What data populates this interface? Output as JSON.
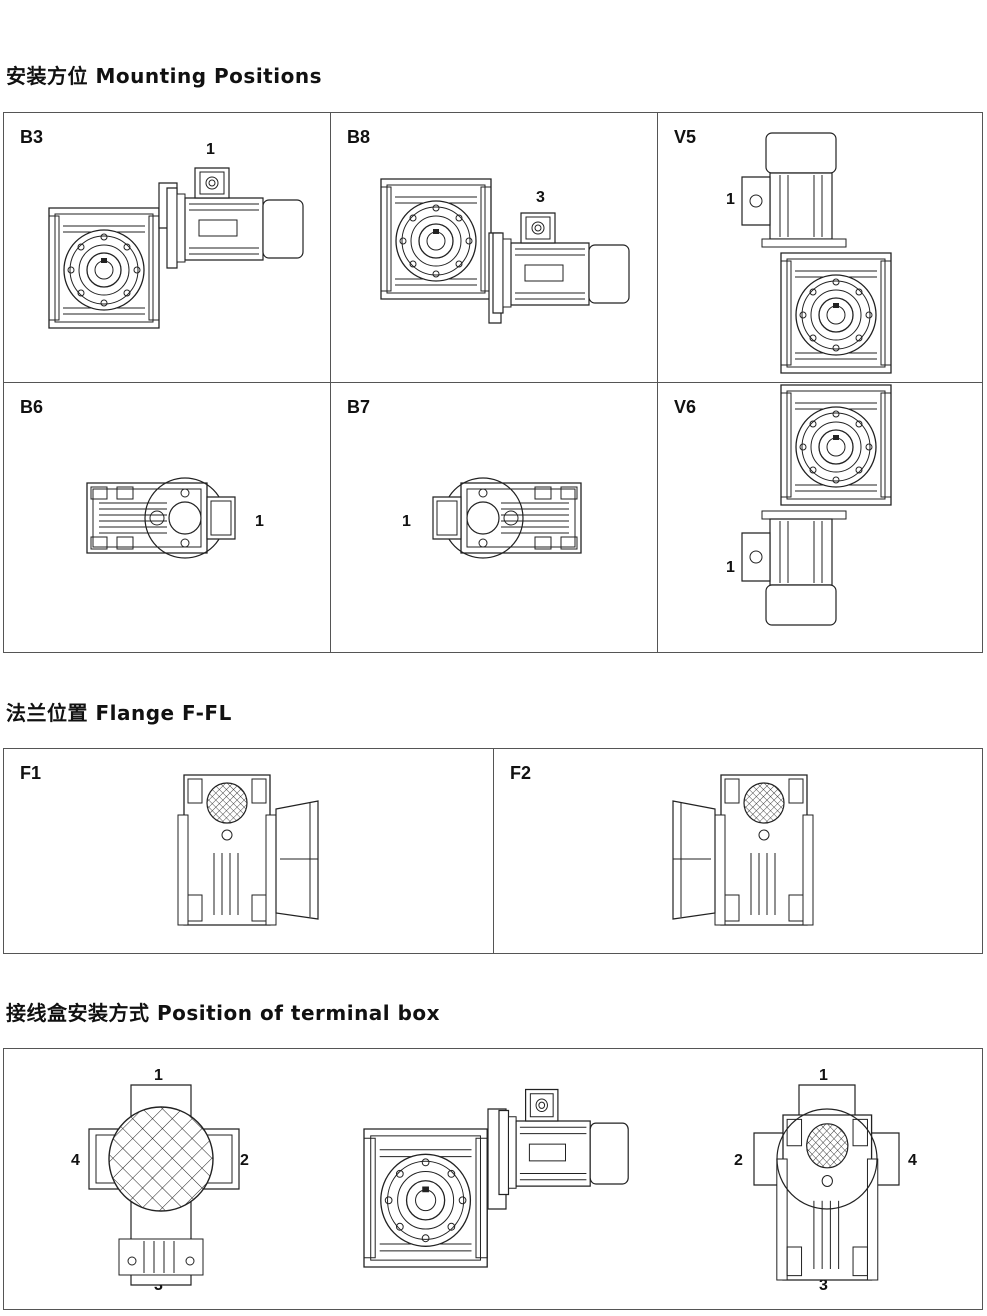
{
  "sections": {
    "mounting_title": "安装方位 Mounting Positions",
    "flange_title": "法兰位置 Flange F-FL",
    "terminal_title": "接线盒安装方式 Position of terminal box"
  },
  "mounting": {
    "b3": {
      "label": "B3",
      "marker": "1"
    },
    "b8": {
      "label": "B8",
      "marker": "3"
    },
    "v5": {
      "label": "V5",
      "marker": "1"
    },
    "b6": {
      "label": "B6",
      "marker": "1"
    },
    "b7": {
      "label": "B7",
      "marker": "1"
    },
    "v6": {
      "label": "V6",
      "marker": "1"
    }
  },
  "flange": {
    "f1": {
      "label": "F1"
    },
    "f2": {
      "label": "F2"
    }
  },
  "terminal": {
    "left": {
      "top": "1",
      "right": "2",
      "bottom": "3",
      "left": "4"
    },
    "right": {
      "top": "1",
      "right": "4",
      "bottom": "3",
      "left": "2"
    }
  }
}
